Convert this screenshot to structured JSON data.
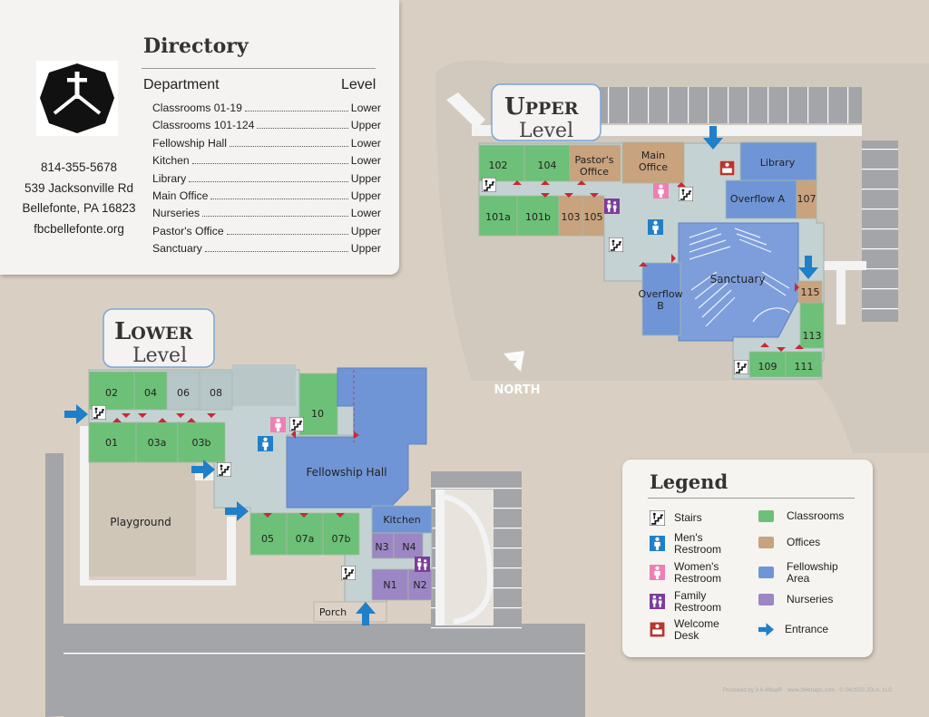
{
  "directory": {
    "title": "Directory",
    "header_department": "Department",
    "header_level": "Level",
    "rows": [
      {
        "name": "Classrooms 01-19",
        "level": "Lower"
      },
      {
        "name": "Classrooms 101-124",
        "level": "Upper"
      },
      {
        "name": "Fellowship Hall",
        "level": "Lower"
      },
      {
        "name": "Kitchen",
        "level": "Lower"
      },
      {
        "name": "Library",
        "level": "Upper"
      },
      {
        "name": "Main Office",
        "level": "Upper"
      },
      {
        "name": "Nurseries",
        "level": "Lower"
      },
      {
        "name": "Pastor's Office",
        "level": "Upper"
      },
      {
        "name": "Sanctuary",
        "level": "Upper"
      }
    ],
    "phone": "814-355-5678",
    "address1": "539 Jacksonville Rd",
    "address2": "Bellefonte, PA 16823",
    "website": "fbcbellefonte.org"
  },
  "upper": {
    "level_first": "U",
    "level_rest": "PPER",
    "level_word": "Level",
    "rooms": {
      "r102": "102",
      "r104": "104",
      "pastors1": "Pastor's",
      "pastors2": "Office",
      "main1": "Main",
      "main2": "Office",
      "library": "Library",
      "overflow_a": "Overflow A",
      "r107": "107",
      "r101a": "101a",
      "r101b": "101b",
      "r103": "103",
      "r105": "105",
      "sanctuary": "Sanctuary",
      "overflow_b1": "Overflow",
      "overflow_b2": "B",
      "r115": "115",
      "r113": "113",
      "r109": "109",
      "r111": "111"
    }
  },
  "lower": {
    "level_first": "L",
    "level_rest": "OWER",
    "level_word": "Level",
    "rooms": {
      "r02": "02",
      "r04": "04",
      "r06": "06",
      "r08": "08",
      "r10": "10",
      "r01": "01",
      "r03a": "03a",
      "r03b": "03b",
      "fellowship": "Fellowship Hall",
      "playground": "Playground",
      "r05": "05",
      "r07a": "07a",
      "r07b": "07b",
      "kitchen": "Kitchen",
      "n3": "N3",
      "n4": "N4",
      "n1": "N1",
      "n2": "N2",
      "porch": "Porch"
    }
  },
  "north_label": "NORTH",
  "legend": {
    "title": "Legend",
    "stairs": "Stairs",
    "mens1": "Men's",
    "mens2": "Restroom",
    "womens1": "Women's",
    "womens2": "Restroom",
    "family1": "Family",
    "family2": "Restroom",
    "welcome1": "Welcome",
    "welcome2": "Desk",
    "classrooms": "Classrooms",
    "offices": "Offices",
    "fellowship1": "Fellowship",
    "fellowship2": "Area",
    "nurseries": "Nurseries",
    "entrance": "Entrance"
  },
  "colors": {
    "classroom": "#6dc077",
    "office": "#c9a27e",
    "fellowship": "#6f95d6",
    "nursery": "#9c86c4",
    "hall": "#c3d0d1",
    "entrance": "#1f7fc9",
    "door": "#c62a35"
  },
  "credit": "Produced by 3-6-4Map® · www.364maps.com · © 04/2023 JDLA, LLC"
}
